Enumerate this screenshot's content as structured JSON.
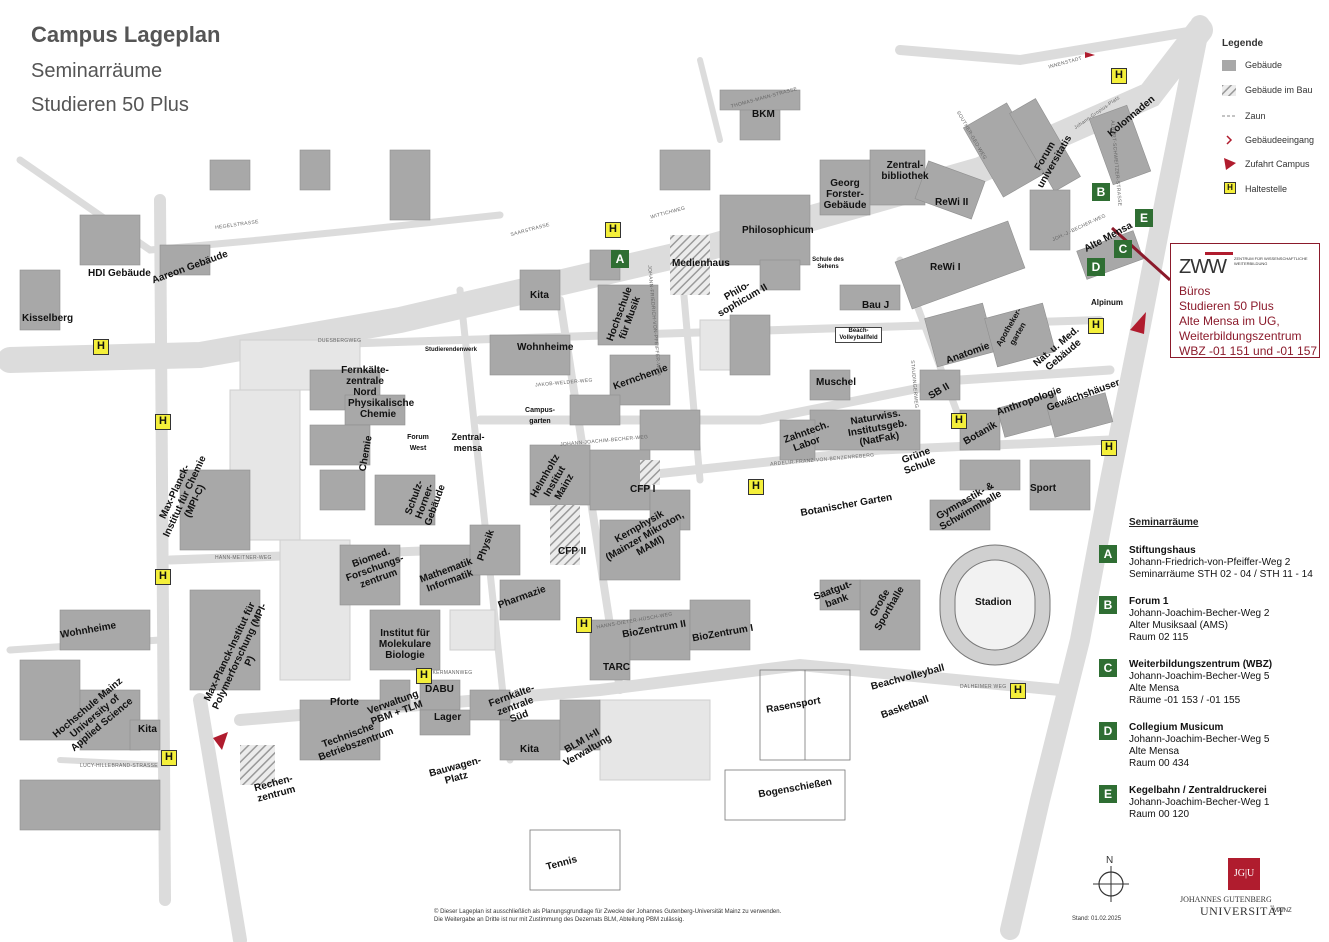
{
  "title": {
    "main": "Campus Lageplan",
    "sub1": "Seminarräume",
    "sub2": "Studieren 50 Plus"
  },
  "colors": {
    "building": "#a8a8a8",
    "road": "#dcdcdc",
    "accent_red": "#b01c2e",
    "seminar_green": "#2f6e33",
    "stop_yellow": "#f4ef3a"
  },
  "legend": {
    "title": "Legende",
    "items": [
      {
        "icon": "building-swatch",
        "label": "Gebäude"
      },
      {
        "icon": "construction-hatch",
        "label": "Gebäude im Bau"
      },
      {
        "icon": "fence-line",
        "label": "Zaun"
      },
      {
        "icon": "entrance-chevron",
        "label": "Gebäudeeingang"
      },
      {
        "icon": "campus-access-triangle",
        "label": "Zufahrt Campus"
      },
      {
        "icon": "bus-stop-h",
        "label": "Haltestelle"
      }
    ]
  },
  "zww": {
    "logo": "ZWW",
    "logo_small": "ZENTRUM FÜR WISSENSCHAFTLICHE WEITERBILDUNG",
    "lines": [
      "Büros",
      "Studieren 50 Plus",
      "Alte Mensa im UG,",
      "Weiterbildungszentrum",
      "WBZ -01 151 und -01 157"
    ]
  },
  "seminar": {
    "title": "Seminarräume",
    "items": [
      {
        "letter": "A",
        "name": "Stiftungshaus",
        "lines": [
          "Johann-Friedrich-von-Pfeiffer-Weg 2",
          "Seminarräume STH 02 - 04 / STH 11 - 14"
        ]
      },
      {
        "letter": "B",
        "name": "Forum 1",
        "lines": [
          "Johann-Joachim-Becher-Weg 2",
          "Alter Musiksaal (AMS)",
          "Raum 02 115"
        ]
      },
      {
        "letter": "C",
        "name": "Weiterbildungszentrum (WBZ)",
        "lines": [
          "Johann-Joachim-Becher-Weg 5",
          "Alte Mensa",
          "Räume -01 153 / -01 155"
        ]
      },
      {
        "letter": "D",
        "name": "Collegium Musicum",
        "lines": [
          "Johann-Joachim-Becher-Weg 5",
          "Alte Mensa",
          "Raum 00 434"
        ]
      },
      {
        "letter": "E",
        "name": "Kegelbahn / Zentraldruckerei",
        "lines": [
          "Johann-Joachim-Becher-Weg 1",
          "Raum 00 120"
        ]
      }
    ]
  },
  "map_labels": [
    "BKM",
    "Georg Forster-Gebäude",
    "Zentral-bibliothek",
    "Forum universitatis",
    "Kolonnaden",
    "ReWi II",
    "ReWi I",
    "Philosophicum",
    "Schule des Sehens",
    "Medienhaus",
    "Philo-sophicum II",
    "Bau J",
    "Alte Mensa",
    "Alpinum",
    "HDI Gebäude",
    "Aareon Gebäude",
    "Kisselberg",
    "Kita",
    "Hochschule für Musik",
    "Wohnheime",
    "Fernkälte-zentrale Nord",
    "Studierendenwerk",
    "Kernchemie",
    "Physikalische Chemie",
    "Forum West",
    "Zentral-mensa",
    "Campus-garten",
    "Chemie",
    "Schulz-Horner-Gebäude",
    "Helmholtz Institut Mainz",
    "CFP I",
    "CFP II",
    "Kernphysik (Mainzer Mikroton, MAMI)",
    "Max-Planck-Institut für Chemie (MPI-C)",
    "Biomed. Forschungs-zentrum",
    "Mathematik Informatik",
    "Physik",
    "Pharmazie",
    "Institut für Molekulare Biologie",
    "Max-Planck-Institut für Polymerforschung (MPI-P)",
    "Wohnheime",
    "Hochschule Mainz University of Applied Science",
    "Kita",
    "Pforte",
    "Verwaltung PBM + TLM",
    "DABU",
    "Technische Betriebszentrum",
    "Lager",
    "Fernkälte-zentrale Süd",
    "Kita",
    "BLM I+II Verwaltung",
    "TARC",
    "BioZentrum II",
    "BioZentrum I",
    "Rechen-zentrum",
    "Bauwagen-Platz",
    "Anatomie",
    "Apotheker-garten",
    "Nat. u. Med. Gebäude",
    "SB II",
    "Muschel",
    "Beach-Volleyballfeld",
    "Naturwiss. Institutsgeb. (NatFak)",
    "Zahntech. Labor",
    "Botanik",
    "Anthropologie",
    "Gewächshäuser",
    "Grüne Schule",
    "Sport",
    "Gymnastik- & Schwimmhalle",
    "Botanischer Garten",
    "Saatgut-bank",
    "Große Sporthalle",
    "Stadion",
    "Beachvolleyball",
    "Basketball",
    "Rasensport",
    "Bogenschießen",
    "Tennis"
  ],
  "streets": [
    "HEGELSTRASSE",
    "SAARSTRASSE",
    "WITTICHWEG",
    "THOMAS-MANN-STRASSE",
    "DUESBERGWEG",
    "JAKOB-WELDER-WEG",
    "JOHANN-JOACHIM-BECHER-WEG",
    "HANN-MEITNER-WEG",
    "ACKERMANNWEG",
    "HANNS-DIETER-HÜSCH-WEG",
    "DALHEIMER WEG",
    "LUCY-HILLEBRAND-STRASSE",
    "ALBERT-SCHWEITZER-STRASSE",
    "ARDELIR-FRANZ-VON-BENZENREBERG",
    "JOHANN-FRIEDRICH-VON-PFEIFFER-WEG",
    "STAUDINGERWEG",
    "SOUTHER-GEO-WEG",
    "JOH.-J.-BECHER-WEG",
    "INNENSTADT",
    "Johann-Gropius-Platz"
  ],
  "bus_stop_label": "H",
  "footer": {
    "copyright": "©",
    "line1": "Dieser Lageplan ist ausschließlich als Planungsgrundlage für Zwecke der Johannes Gutenberg-Universität Mainz zu verwenden.",
    "line2": "Die Weitergabe an Dritte ist nur mit Zustimmung des Dezernats BLM, Abteilung PBM zulässig.",
    "stand": "Stand: 01.02.2025"
  },
  "university": {
    "mark": "JG|U",
    "line1": "JOHANNES GUTENBERG",
    "line2": "UNIVERSITÄT",
    "line3": "MAINZ"
  },
  "compass_label": "N"
}
